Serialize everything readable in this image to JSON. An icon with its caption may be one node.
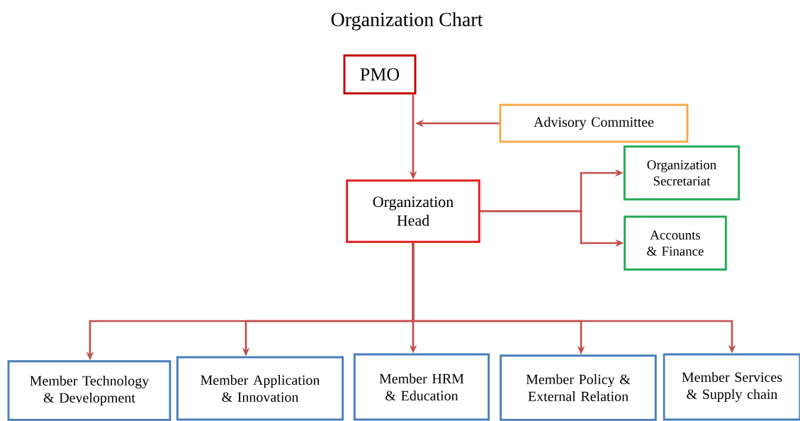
{
  "diagram": {
    "title": "Organization Chart",
    "nodes": [
      {
        "text": [
          "PMO"
        ]
      },
      {
        "text": [
          "Advisory Committee"
        ]
      },
      {
        "text": [
          "Organization Head"
        ]
      },
      {
        "text": [
          "Organization Secretariat"
        ]
      },
      {
        "text": [
          "Accounts & Finance"
        ]
      },
      {
        "text": [
          "Member Technology & Development"
        ]
      },
      {
        "text": [
          "Member Application & Innovation"
        ]
      },
      {
        "text": [
          "Member HRM & Education"
        ]
      },
      {
        "text": [
          "Member Policy & External Relation"
        ]
      },
      {
        "text": [
          "Member Services & Supply chain"
        ]
      }
    ],
    "edges": [
      {
        "from": 0,
        "to": 2,
        "arrow": "to"
      },
      {
        "from": 1,
        "to": null,
        "arrow": "to"
      },
      {
        "from": 2,
        "to": 3,
        "arrow": "to"
      },
      {
        "from": 2,
        "to": 4,
        "arrow": "to"
      },
      {
        "from": 2,
        "to": 5,
        "arrow": "to"
      },
      {
        "from": 2,
        "to": 6,
        "arrow": "to"
      },
      {
        "from": 2,
        "to": 7,
        "arrow": "to"
      },
      {
        "from": 2,
        "to": 8,
        "arrow": "to"
      },
      {
        "from": 2,
        "to": 9,
        "arrow": "to"
      }
    ]
  }
}
